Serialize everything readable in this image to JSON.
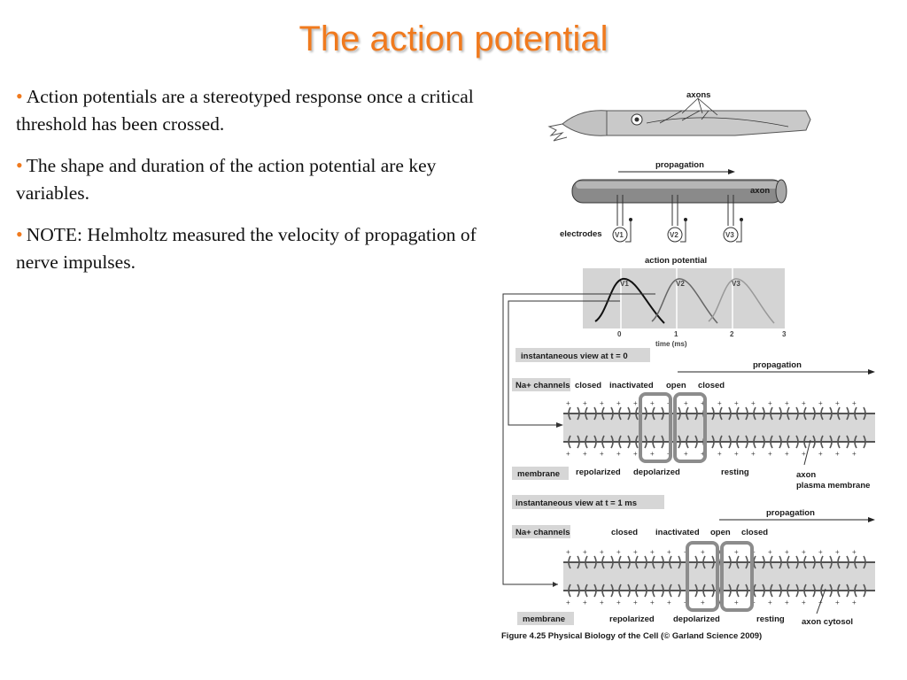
{
  "slide": {
    "title": "The action potential",
    "bullets": [
      "Action potentials are a stereotyped response once a critical threshold has been crossed.",
      "The shape and duration of the action potential are key variables.",
      "NOTE: Helmholtz measured the velocity of propagation of nerve impulses."
    ],
    "bullet_color": "#f07a1e",
    "title_color": "#f07a1e"
  },
  "figure": {
    "axons_label": "axons",
    "propagation_label": "propagation",
    "axon_label": "axon",
    "electrodes_label": "electrodes",
    "electrode_labels": [
      "V1",
      "V2",
      "V3"
    ],
    "action_potential_label": "action potential",
    "trace_labels": [
      "V1",
      "V2",
      "V3"
    ],
    "time_ticks": [
      "0",
      "1",
      "2",
      "3"
    ],
    "time_label": "time (ms)",
    "panel1": {
      "view_label": "instantaneous view at t = 0",
      "propagation_label": "propagation",
      "channels_label": "Na+ channels",
      "channel_states": [
        "closed",
        "inactivated",
        "open",
        "closed"
      ],
      "membrane_label": "membrane",
      "membrane_states": [
        "repolarized",
        "depolarized",
        "resting"
      ],
      "axon_annotation_1": "axon",
      "axon_annotation_2": "plasma membrane"
    },
    "panel2": {
      "view_label": "instantaneous view at t = 1 ms",
      "propagation_label": "propagation",
      "channels_label": "Na+ channels",
      "channel_states": [
        "closed",
        "inactivated",
        "open",
        "closed"
      ],
      "membrane_label": "membrane",
      "membrane_states": [
        "repolarized",
        "depolarized",
        "resting"
      ],
      "axon_annotation": "axon cytosol"
    },
    "caption": "Figure 4.25 Physical Biology of the Cell (© Garland Science 2009)"
  }
}
